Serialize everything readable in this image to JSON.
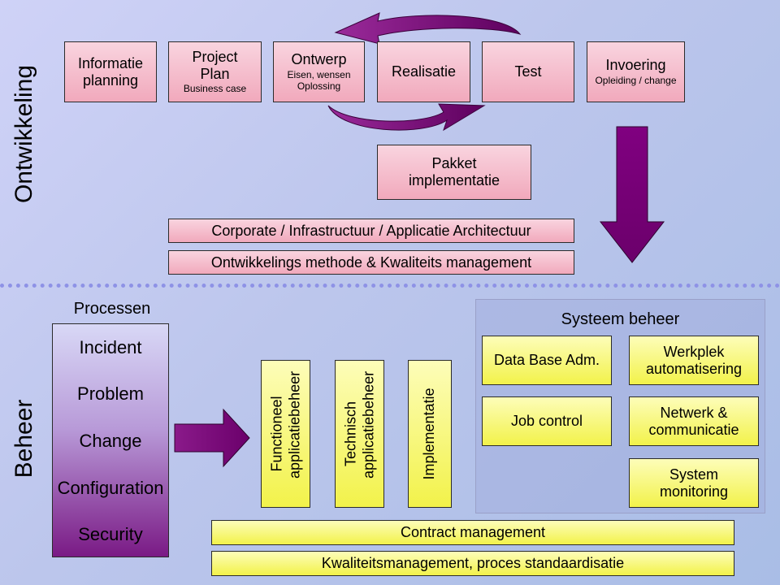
{
  "sections": {
    "top_label": "Ontwikkeling",
    "bottom_label": "Beheer"
  },
  "development": {
    "phases": [
      {
        "title": "Informatie planning",
        "subtitle": ""
      },
      {
        "title": "Project Plan",
        "subtitle": "Business case"
      },
      {
        "title": "Ontwerp",
        "subtitle": "Eisen, wensen Oplossing"
      },
      {
        "title": "Realisatie",
        "subtitle": ""
      },
      {
        "title": "Test",
        "subtitle": ""
      },
      {
        "title": "Invoering",
        "subtitle": "Opleiding / change"
      }
    ],
    "package": "Pakket implementatie",
    "architecture": "Corporate / Infrastructuur / Applicatie Architectuur",
    "method": "Ontwikkelings methode & Kwaliteits management"
  },
  "processes": {
    "title": "Processen",
    "items": [
      "Incident",
      "Problem",
      "Change",
      "Configuration",
      "Security"
    ]
  },
  "management_columns": [
    "Functioneel applicatiebeheer",
    "Technisch applicatiebeheer",
    "Implementatie"
  ],
  "system": {
    "title": "Systeem beheer",
    "items": [
      "Data Base Adm.",
      "Werkplek automatisering",
      "Job control",
      "Netwerk & communicatie",
      "System monitoring"
    ]
  },
  "bottom_bars": [
    "Contract management",
    "Kwaliteitsmanagement, proces standaardisatie"
  ],
  "colors": {
    "arrow": "#800080",
    "pink_box": "#f4b8c8",
    "yellow_box": "#f6f67a"
  }
}
